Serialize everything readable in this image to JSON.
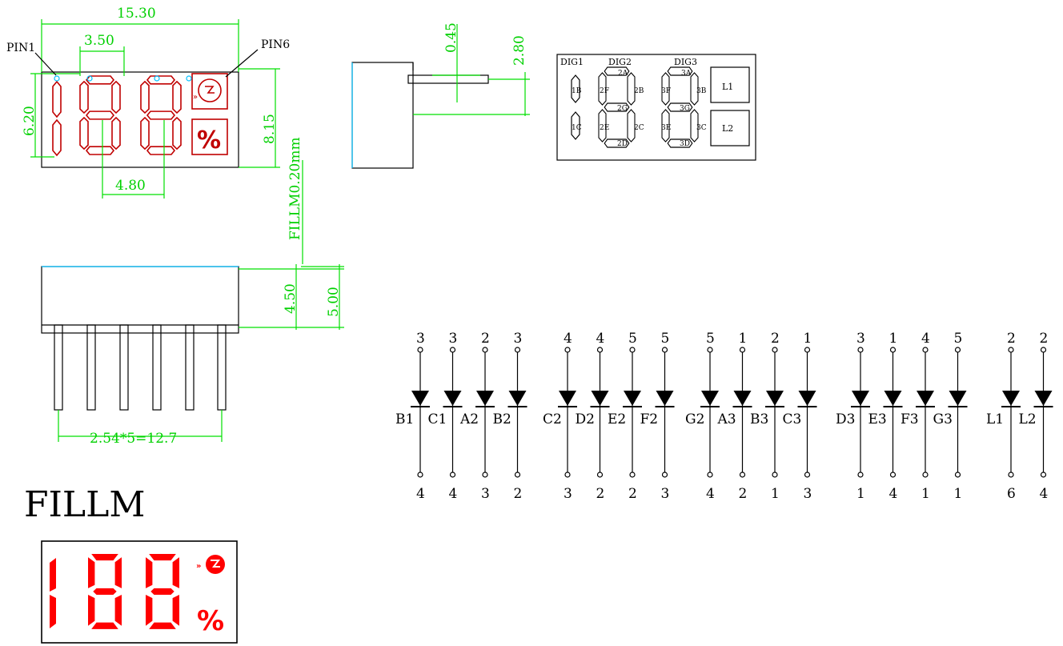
{
  "front_view": {
    "width_dim": "15.30",
    "pitch_dim": "3.50",
    "pin1_label": "PIN1",
    "pin6_label": "PIN6",
    "height_dim": "6.20",
    "total_height_dim": "8.15",
    "digit_pitch_dim": "4.80"
  },
  "fill_note": "FILLM0.20mm",
  "side_view": {
    "dim_a": "0.45",
    "dim_b": "2.80"
  },
  "segment_map": {
    "dig1": "DIG1",
    "dig2": "DIG2",
    "dig3": "DIG3",
    "labels": [
      "1B",
      "1C",
      "2A",
      "2F",
      "2B",
      "2G",
      "2E",
      "2C",
      "2D",
      "3A",
      "3F",
      "3B",
      "3G",
      "3E",
      "3C",
      "3D"
    ],
    "l1": "L1",
    "l2": "L2"
  },
  "bottom_view": {
    "dim_a": "4.50",
    "dim_b": "5.00",
    "pin_pitch": "2.54*5=12.7"
  },
  "product_label": "FILLM",
  "circuit": {
    "groups": [
      [
        {
          "top": "3",
          "bottom": "4",
          "label": "B1"
        },
        {
          "top": "3",
          "bottom": "4",
          "label": "C1"
        },
        {
          "top": "2",
          "bottom": "3",
          "label": "A2"
        },
        {
          "top": "3",
          "bottom": "2",
          "label": "B2"
        }
      ],
      [
        {
          "top": "4",
          "bottom": "3",
          "label": "C2"
        },
        {
          "top": "4",
          "bottom": "2",
          "label": "D2"
        },
        {
          "top": "5",
          "bottom": "2",
          "label": "E2"
        },
        {
          "top": "5",
          "bottom": "3",
          "label": "F2"
        }
      ],
      [
        {
          "top": "5",
          "bottom": "4",
          "label": "G2"
        },
        {
          "top": "1",
          "bottom": "2",
          "label": "A3"
        },
        {
          "top": "2",
          "bottom": "1",
          "label": "B3"
        },
        {
          "top": "1",
          "bottom": "3",
          "label": "C3"
        }
      ],
      [
        {
          "top": "3",
          "bottom": "1",
          "label": "D3"
        },
        {
          "top": "1",
          "bottom": "4",
          "label": "E3"
        },
        {
          "top": "4",
          "bottom": "1",
          "label": "F3"
        },
        {
          "top": "5",
          "bottom": "1",
          "label": "G3"
        }
      ],
      [
        {
          "top": "2",
          "bottom": "6",
          "label": "L1"
        },
        {
          "top": "2",
          "bottom": "4",
          "label": "L2"
        }
      ]
    ]
  },
  "colors": {
    "dimension": "#00e000",
    "segment_outline": "#c00000",
    "segment_fill": "#ff0000",
    "pin_marker": "#00c0ff"
  }
}
